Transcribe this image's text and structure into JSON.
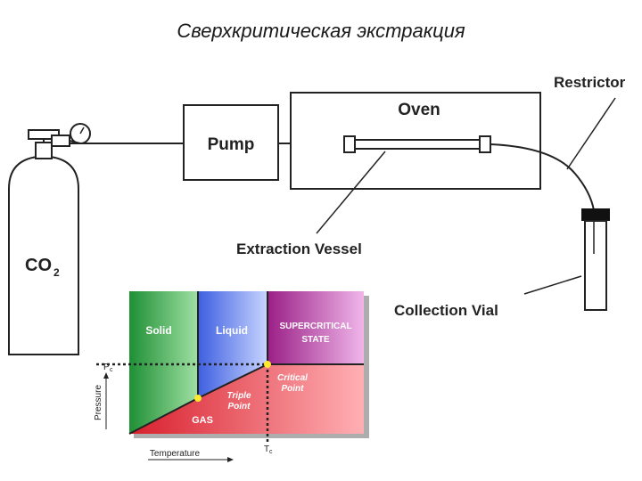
{
  "title": "Сверхкритическая экстракция",
  "apparatus": {
    "cylinder_label": "CO",
    "cylinder_subscript": "2",
    "pump_label": "Pump",
    "oven_label": "Oven",
    "restrictor_label": "Restrictor",
    "extraction_vessel_label": "Extraction Vessel",
    "collection_vial_label": "Collection Vial"
  },
  "phase_diagram": {
    "regions": {
      "solid": "Solid",
      "liquid": "Liquid",
      "supercritical_line1": "SUPERCRITICAL",
      "supercritical_line2": "STATE",
      "gas": "GAS"
    },
    "points": {
      "critical_line1": "Critical",
      "critical_line2": "Point",
      "triple_line1": "Triple",
      "triple_line2": "Point"
    },
    "axes": {
      "y_label": "Pressure",
      "x_label": "Temperature",
      "pc": "P",
      "pc_sub": "c",
      "tc": "T",
      "tc_sub": "c"
    },
    "colors": {
      "solid": "#3cb64a",
      "liquid": "#5b7ff0",
      "supercritical": "#b0279a",
      "gas": "#e8303b"
    }
  }
}
